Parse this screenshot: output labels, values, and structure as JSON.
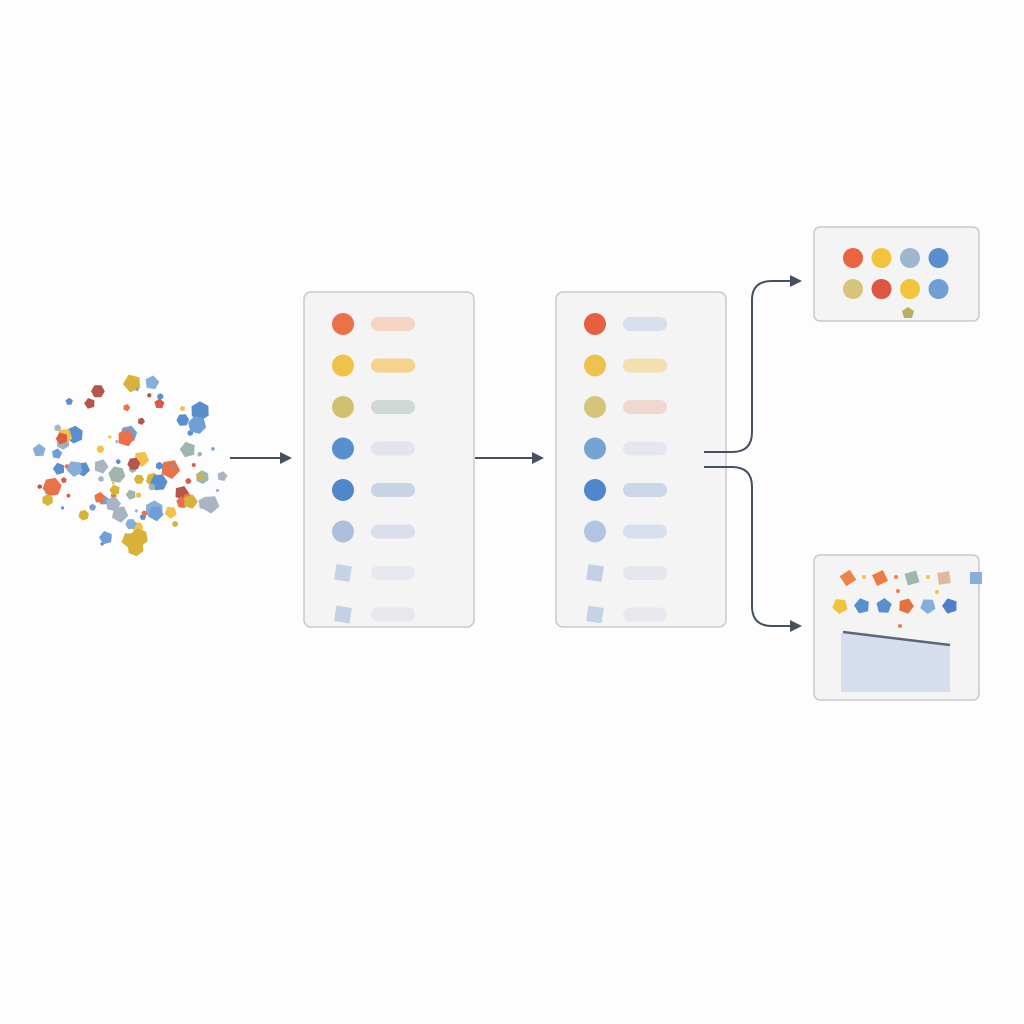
{
  "palette": {
    "orange": "#ec7048",
    "red": "#dc5b45",
    "yellow": "#f0c24a",
    "olive": "#cfc27a",
    "blue": "#5a8fcf",
    "light_blue": "#86aedb",
    "pale_blue": "#aabfe0",
    "sage": "#9fb6ad",
    "brown": "#b5564a",
    "grey": "#a9b3c3",
    "panel_fill": "#f4f4f5",
    "panel_border": "#c9c9cc",
    "arrow": "#465160"
  },
  "scatter_cluster": {
    "icon": "scattered-shapes"
  },
  "stage_one_list": {
    "rows": [
      {
        "marker": "circle",
        "marker_color": "#ec7048",
        "bar_color": "#f5d4c4"
      },
      {
        "marker": "circle",
        "marker_color": "#f0c24a",
        "bar_color": "#f5d38c"
      },
      {
        "marker": "circle",
        "marker_color": "#d1c16f",
        "bar_color": "#cfd8d3"
      },
      {
        "marker": "circle",
        "marker_color": "#5a8fcf",
        "bar_color": "#e2e5ec"
      },
      {
        "marker": "circle",
        "marker_color": "#4f86cc",
        "bar_color": "#c9d3e6"
      },
      {
        "marker": "circle",
        "marker_color": "#aebfdd",
        "bar_color": "#d9dfec"
      },
      {
        "marker": "diamond",
        "marker_color": "#c6d2e6",
        "bar_color": "#e6e9ef"
      },
      {
        "marker": "diamond",
        "marker_color": "#c4d0e4",
        "bar_color": "#e6e8ee"
      }
    ]
  },
  "stage_two_list": {
    "rows": [
      {
        "marker": "circle",
        "marker_color": "#e6603f",
        "bar_color": "#d8dfea"
      },
      {
        "marker": "circle",
        "marker_color": "#eec24f",
        "bar_color": "#f3dfb0"
      },
      {
        "marker": "circle",
        "marker_color": "#d6c47a",
        "bar_color": "#efd8cf"
      },
      {
        "marker": "circle",
        "marker_color": "#74a3d4",
        "bar_color": "#e4e7ee"
      },
      {
        "marker": "circle",
        "marker_color": "#4f86cc",
        "bar_color": "#cbd6e8"
      },
      {
        "marker": "circle",
        "marker_color": "#b3c3e0",
        "bar_color": "#d8e0ee"
      },
      {
        "marker": "diamond",
        "marker_color": "#c3cfe3",
        "bar_color": "#e4e7ee"
      },
      {
        "marker": "diamond",
        "marker_color": "#c6d2e6",
        "bar_color": "#e6e8ee"
      }
    ]
  },
  "output_top": {
    "dots_row_1": [
      "#e9643f",
      "#f2c33c",
      "#9db6cf",
      "#5a8fcf"
    ],
    "dots_row_2": [
      "#d6c47a",
      "#dc5640",
      "#f2c33c",
      "#6f9fd6"
    ]
  },
  "output_bottom": {
    "shapes_row_1": [
      "#ef8248",
      "#ee7a45",
      "#9fb6ad",
      "#e0b99c",
      "#86aedb"
    ],
    "shapes_row_2": [
      "#f2c33c",
      "#5a8fcf",
      "#5a8fcf",
      "#e6703f",
      "#86aedb",
      "#4f7fc8"
    ],
    "container_color": "#d6ddec"
  }
}
